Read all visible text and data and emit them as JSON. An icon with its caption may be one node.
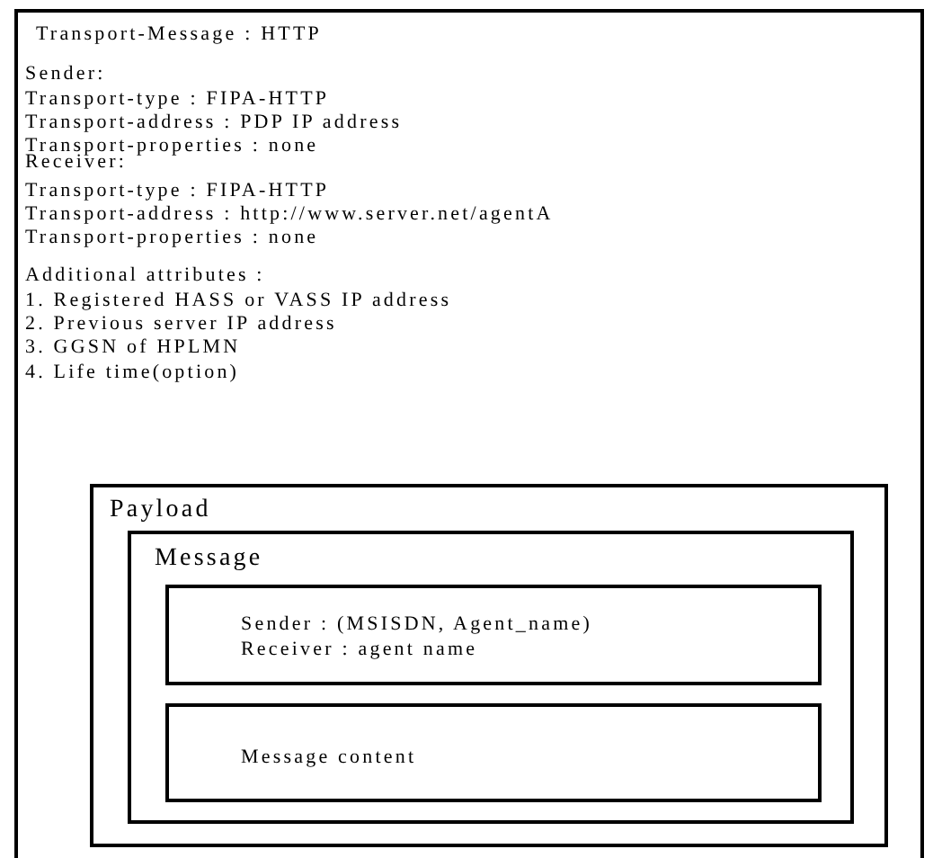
{
  "diagram": {
    "nodes": [
      {
        "text": [
          "Transport-Message : HTTP",
          "Sender:",
          "Transport-type : FIPA-HTTP",
          "Transport-address : PDP IP address",
          "Transport-properties : none",
          "Receiver:",
          "Transport-type : FIPA-HTTP",
          "Transport-address : http://www.server.net/agentA",
          "Transport-properties : none",
          "Additional attributes :",
          "1. Registered HASS or VASS IP address",
          "2. Previous server IP address",
          "3. GGSN of HPLMN",
          "4. Life time(option)"
        ]
      },
      {
        "text": [
          "Payload"
        ],
        "in": 0
      },
      {
        "text": [
          "Message"
        ],
        "in": 1
      },
      {
        "text": [
          "Sender : (MSISDN, Agent_name)",
          "Receiver : agent name"
        ],
        "in": 2
      },
      {
        "text": [
          "Message content"
        ],
        "in": 2
      }
    ]
  }
}
